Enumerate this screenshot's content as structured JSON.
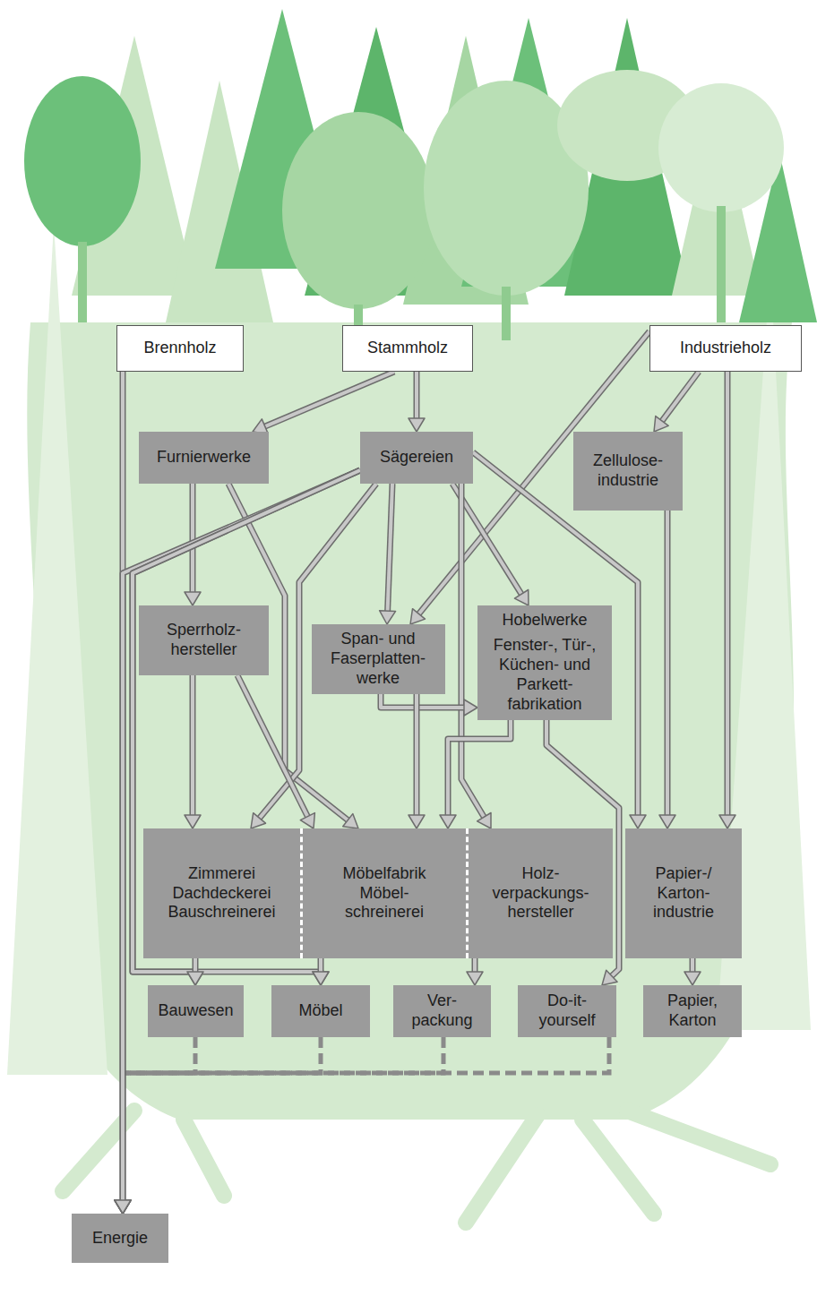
{
  "diagram": {
    "nodes": [
      {
        "text": [
          "Brennholz"
        ]
      },
      {
        "text": [
          "Stammholz"
        ]
      },
      {
        "text": [
          "Industrieholz"
        ]
      },
      {
        "text": [
          "Furnierwerke"
        ]
      },
      {
        "text": [
          "Sägereien"
        ]
      },
      {
        "text": [
          "Zellulose- industrie"
        ]
      },
      {
        "text": [
          "Sperrholz- hersteller"
        ]
      },
      {
        "text": [
          "Span- und Faserplatten- werke"
        ]
      },
      {
        "text": [
          "Hobelwerke",
          "Fenster-, Tür-, Küchen- und Parkett- fabrikation"
        ]
      },
      {
        "text": [
          "Zimmerei Dachdeckerei Bauschreinerei"
        ]
      },
      {
        "text": [
          "Möbelfabrik Möbel- schreinerei"
        ]
      },
      {
        "text": [
          "Holz- verpackungs- hersteller"
        ]
      },
      {
        "text": [
          "Papier-/ Karton- industrie"
        ]
      },
      {
        "text": [
          "Bauwesen"
        ]
      },
      {
        "text": [
          "Möbel"
        ]
      },
      {
        "text": [
          "Ver- packung"
        ]
      },
      {
        "text": [
          "Do-it- yourself"
        ]
      },
      {
        "text": [
          "Papier, Karton"
        ]
      },
      {
        "text": [
          "Energie"
        ]
      }
    ],
    "edges": [
      {
        "from": 0,
        "to": 18,
        "arrow": "to"
      },
      {
        "from": 1,
        "to": 3,
        "arrow": "to"
      },
      {
        "from": 1,
        "to": 4,
        "arrow": "to"
      },
      {
        "from": 2,
        "to": 7,
        "arrow": "to"
      },
      {
        "from": 2,
        "to": 5,
        "arrow": "to"
      },
      {
        "from": 2,
        "to": 12,
        "arrow": "to"
      },
      {
        "from": 3,
        "to": 6,
        "arrow": "to"
      },
      {
        "from": 3,
        "to": 10,
        "arrow": "to"
      },
      {
        "from": 4,
        "to": 18,
        "arrow": "to"
      },
      {
        "from": 4,
        "to": 13,
        "arrow": "to"
      },
      {
        "from": 4,
        "to": 14,
        "arrow": "to"
      },
      {
        "from": 4,
        "to": 9,
        "arrow": "to"
      },
      {
        "from": 4,
        "to": 7,
        "arrow": "to"
      },
      {
        "from": 4,
        "to": 8,
        "arrow": "to"
      },
      {
        "from": 4,
        "to": 11,
        "arrow": "to"
      },
      {
        "from": 4,
        "to": 12,
        "arrow": "to"
      },
      {
        "from": 5,
        "to": 12,
        "arrow": "to"
      },
      {
        "from": 6,
        "to": 9,
        "arrow": "to"
      },
      {
        "from": 6,
        "to": 10,
        "arrow": "to"
      },
      {
        "from": 7,
        "to": 8,
        "arrow": "to"
      },
      {
        "from": 7,
        "to": 10,
        "arrow": "to"
      },
      {
        "from": 8,
        "to": 10,
        "arrow": "to"
      },
      {
        "from": 8,
        "to": 16,
        "arrow": "to"
      },
      {
        "from": 9,
        "to": 13,
        "arrow": "to"
      },
      {
        "from": 10,
        "to": 14,
        "arrow": "to"
      },
      {
        "from": 11,
        "to": 15,
        "arrow": "to"
      },
      {
        "from": 12,
        "to": 17,
        "arrow": "to"
      },
      {
        "from": 13,
        "to": 18,
        "arrow": "to"
      },
      {
        "from": 14,
        "to": 18,
        "arrow": "to"
      },
      {
        "from": 15,
        "to": 18,
        "arrow": "to"
      },
      {
        "from": 16,
        "to": 18,
        "arrow": "to"
      }
    ]
  }
}
